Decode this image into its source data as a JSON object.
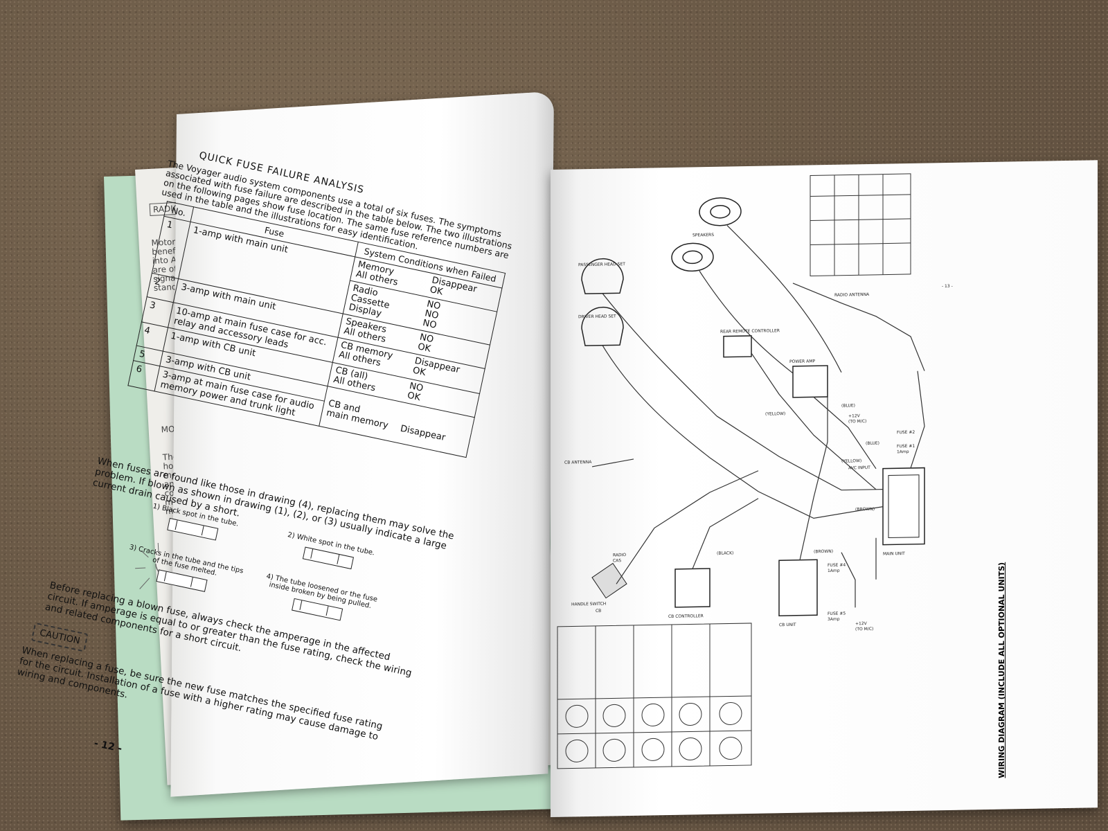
{
  "left_underpage": {
    "tab": "RADIO",
    "fragments1": [
      "Motorc",
      "benefic",
      "into AM",
      "are offe",
      "signals",
      "standing"
    ],
    "heading2": "MOTORC",
    "fragments2": [
      "The radi",
      "home rec",
      "motorcyc",
      "and FM, t",
      "conditions",
      "moving v",
      "multipath"
    ]
  },
  "page": {
    "heading": "QUICK FUSE FAILURE ANALYSIS",
    "intro": "The Voyager audio system components use a total of six fuses. The symptoms associated with fuse failure are described in the table below. The two illustrations on the following pages show fuse location. The same fuse reference numbers are used in the table and the illustrations for easy identification.",
    "table": {
      "col_no": "No.",
      "col_fuse": "Fuse",
      "col_conditions": "System Conditions when Failed",
      "rows": [
        {
          "no": "1",
          "fuse": "1-amp with main unit",
          "components": [
            "Memory",
            "All others"
          ],
          "results": [
            "Disappear",
            "OK"
          ]
        },
        {
          "no": "",
          "fuse": "",
          "components": [
            "Radio",
            "Cassette",
            "Display"
          ],
          "results": [
            "NO",
            "NO",
            "NO"
          ]
        },
        {
          "no": "2",
          "fuse": "3-amp with main unit",
          "components": [
            "Speakers",
            "All others"
          ],
          "results": [
            "NO",
            "OK"
          ]
        },
        {
          "no": "3",
          "fuse": "10-amp at main fuse case for acc. relay and accessory leads",
          "components": [
            "CB memory",
            "All others"
          ],
          "results": [
            "Disappear",
            "OK"
          ]
        },
        {
          "no": "4",
          "fuse": "1-amp with CB unit",
          "components": [
            "CB (all)",
            "All others"
          ],
          "results": [
            "NO",
            "OK"
          ]
        },
        {
          "no": "5",
          "fuse": "3-amp with CB unit",
          "components": [
            "CB and",
            "main memory"
          ],
          "results": [
            "Disappear"
          ]
        },
        {
          "no": "6",
          "fuse": "3-amp at main fuse case for audio memory power and trunk light",
          "components": [],
          "results": []
        }
      ]
    },
    "drain_paragraph": "When fuses are found like those in drawing (4), replacing them may solve the problem. If blown as shown in drawing (1), (2), or (3) usually indicate a large current drain caused by a short.",
    "figures": [
      {
        "caption": "1) Black spot in the tube."
      },
      {
        "caption": "2) White spot in the tube."
      },
      {
        "caption": "3) Cracks in the tube and the tips of the fuse melted."
      },
      {
        "caption": "4) The tube loosened or the fuse inside broken by being pulled."
      }
    ],
    "replace_paragraph": "Before replacing a blown fuse, always check the amperage in the affected circuit. If amperage is equal to or greater than the fuse rating, check the wiring and related components for a short circuit.",
    "caution_label": "CAUTION",
    "caution_paragraph": "When replacing a fuse, be sure the new fuse matches the specified fuse rating for the circuit. Installation of a fuse with a higher rating may cause damage to wiring and components.",
    "page_number": "- 12 -"
  },
  "right_page": {
    "title": "WIRING DIAGRAM (INCLUDE ALL OPTIONAL UNITS)",
    "page_number": "- 13 -",
    "labels": {
      "passenger_head_set": "PASSENGER HEAD SET",
      "driver_head_set": "DRIVER HEAD SET",
      "speakers": "SPEAKERS",
      "rear_remote": "REAR REMOTE CONTROLLER",
      "power_amp": "POWER AMP",
      "radio_antenna": "RADIO ANTENNA",
      "cb_antenna": "CB ANTENNA",
      "main_unit": "MAIN UNIT",
      "cb_unit": "CB UNIT",
      "cb_controller": "CB CONTROLLER",
      "handle_switch": "HANDLE SWITCH",
      "radio": "RADIO",
      "cas": "CAS",
      "cb": "CB",
      "yellow": "(YELLOW)",
      "blue": "(BLUE)",
      "brown": "(BROWN)",
      "black": "(BLACK)",
      "fuse4": "FUSE #4",
      "fuse5": "FUSE #5",
      "fuse1": "FUSE #1",
      "fuse2": "FUSE #2",
      "amp1": "1Amp",
      "amp3": "3Amp",
      "to_mc": "(TO M/C)",
      "v12": "+12V",
      "avc": "AVC INPUT"
    }
  }
}
